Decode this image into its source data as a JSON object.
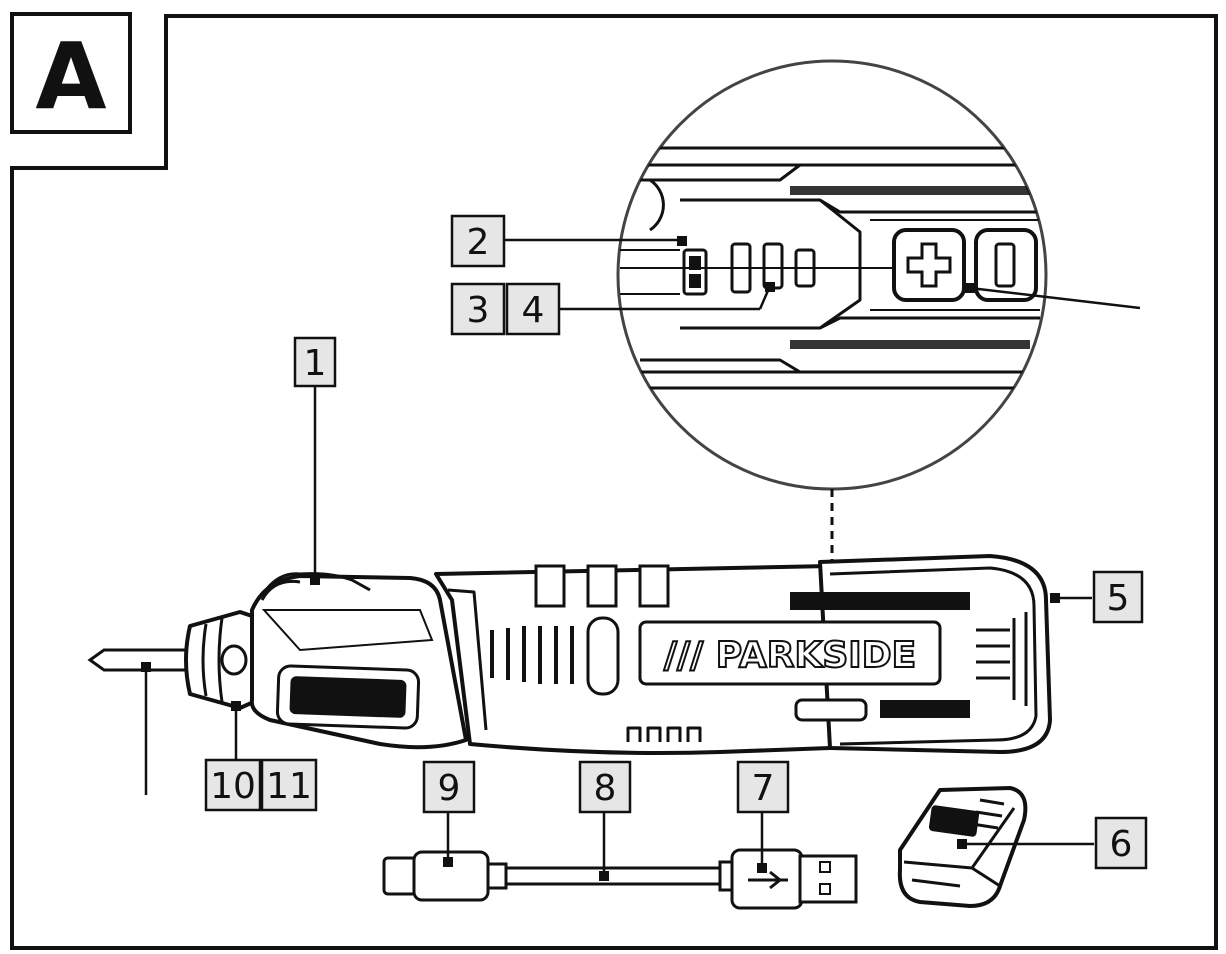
{
  "panel_letter": "A",
  "brand": "/// PARKSIDE",
  "labels": [
    {
      "id": "1",
      "text": "1"
    },
    {
      "id": "2",
      "text": "2"
    },
    {
      "id": "3",
      "text": "3"
    },
    {
      "id": "4",
      "text": "4"
    },
    {
      "id": "5",
      "text": "5"
    },
    {
      "id": "6",
      "text": "6"
    },
    {
      "id": "7",
      "text": "7"
    },
    {
      "id": "8",
      "text": "8"
    },
    {
      "id": "9",
      "text": "9"
    },
    {
      "id": "10",
      "text": "10"
    },
    {
      "id": "11",
      "text": "11"
    }
  ]
}
